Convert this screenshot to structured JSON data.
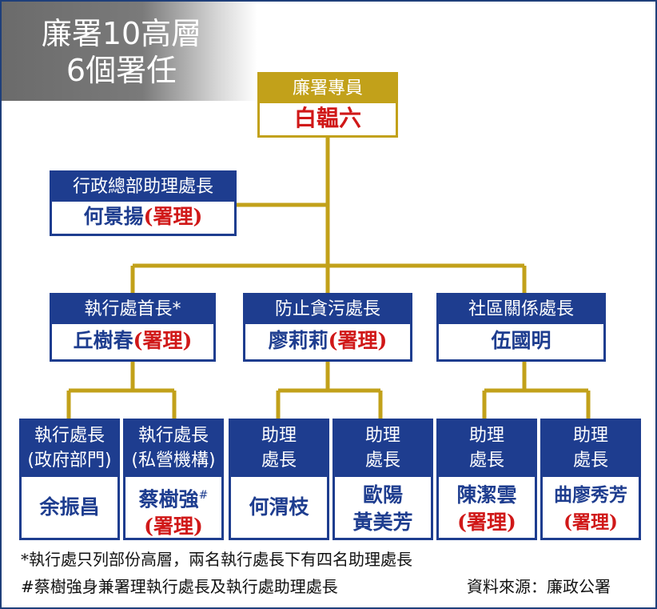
{
  "title": {
    "line1": "廉署10高層",
    "line2": "6個署任"
  },
  "commissioner": {
    "title": "廉署專員",
    "name": "白韞六"
  },
  "admin": {
    "title": "行政總部助理處長",
    "name": "何景揚",
    "acting": "(署理)"
  },
  "ops_head": {
    "title": "執行處首長*",
    "name": "丘樹春",
    "acting": "(署理)"
  },
  "prevention": {
    "title": "防止貪污處長",
    "name": "廖莉莉",
    "acting": "(署理)"
  },
  "community": {
    "title": "社區關係處長",
    "name": "伍國明"
  },
  "ops_dir_govt": {
    "title_line1": "執行處長",
    "title_line2": "(政府部門)",
    "name": "余振昌"
  },
  "ops_dir_private": {
    "title_line1": "執行處長",
    "title_line2": "(私營機構)",
    "name": "蔡樹強",
    "mark": "#",
    "acting": "(署理)"
  },
  "asst_1": {
    "title_line1": "助理",
    "title_line2": "處長",
    "name": "何渭枝"
  },
  "asst_2": {
    "title_line1": "助理",
    "title_line2": "處長",
    "name_line1": "歐陽",
    "name_line2": "黃美芳"
  },
  "asst_3": {
    "title_line1": "助理",
    "title_line2": "處長",
    "name": "陳潔雲",
    "acting": "(署理)"
  },
  "asst_4": {
    "title_line1": "助理",
    "title_line2": "處長",
    "name": "曲廖秀芳",
    "acting": "(署理)"
  },
  "footnotes": {
    "note1": "*執行處只列部份高層，兩名執行處長下有四名助理處長",
    "note2": "#蔡樹強身兼署理執行處長及執行處助理處長",
    "source": "資料來源：廉政公署"
  },
  "colors": {
    "navy": "#1e3d8f",
    "gold": "#c2a11a",
    "red": "#d01818",
    "title_bg": "#6b6b6b"
  }
}
